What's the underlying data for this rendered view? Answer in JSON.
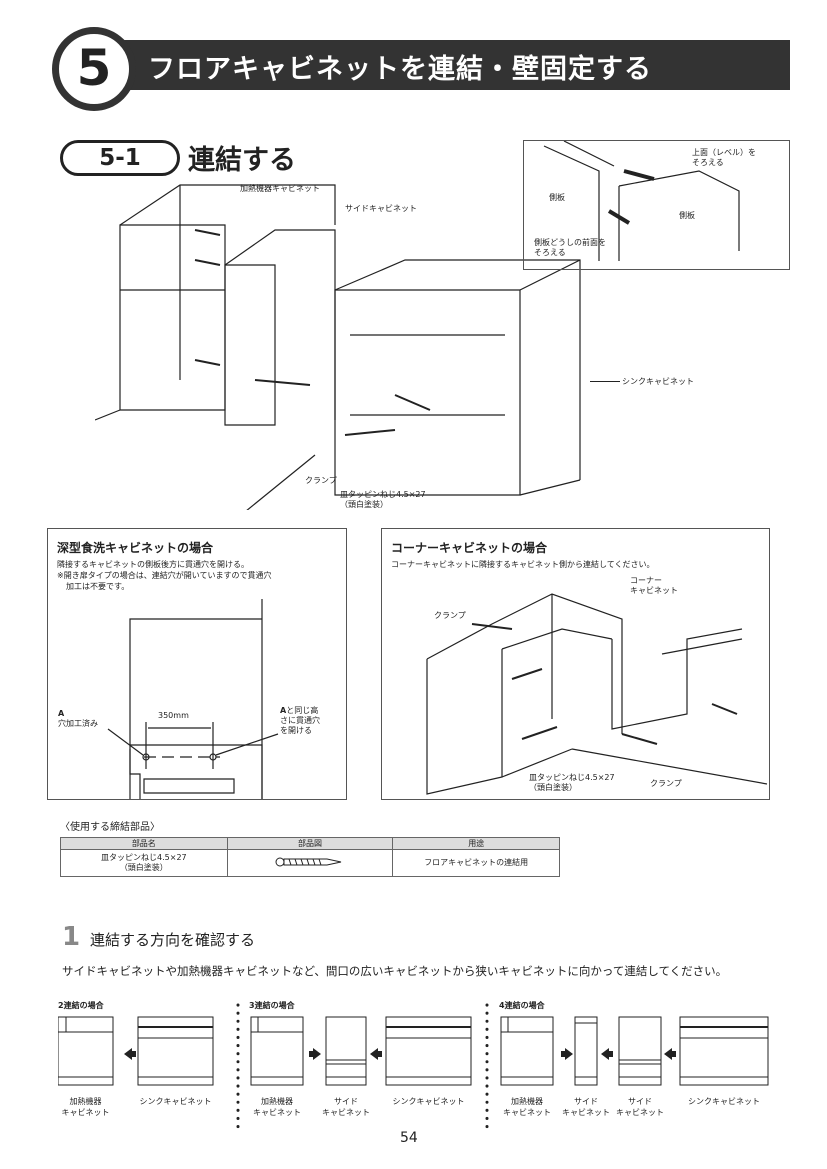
{
  "header": {
    "section_number": "5",
    "title": "フロアキャビネットを連結・壁固定する"
  },
  "subsection": {
    "number": "5-1",
    "title": "連結する"
  },
  "main_figure": {
    "labels": {
      "heating_cabinet": "加熱機器キャビネット",
      "side_cabinet": "サイドキャビネット",
      "sink_cabinet": "シンクキャビネット",
      "clamp": "クランプ",
      "screw_line1": "皿タッピンねじ4.5×27",
      "screw_line2": "（頭白塗装）"
    },
    "inset": {
      "top_line1": "上面（レベル）を",
      "top_line2": "そろえる",
      "side_left": "側板",
      "side_right": "側板",
      "front_line1": "側板どうしの前面を",
      "front_line2": "そろえる"
    }
  },
  "dishwasher_box": {
    "title": "深型食洗キャビネットの場合",
    "line1": "隣接するキャビネットの側板後方に貫通穴を開ける。",
    "line2": "※開き扉タイプの場合は、連結穴が開いていますので貫通穴",
    "line3": "加工は不要です。",
    "marker": "A",
    "left_label": "穴加工済み",
    "dimension": "350mm",
    "right_label1": "と同じ高",
    "right_label2": "さに貫通穴",
    "right_label3": "を開ける"
  },
  "corner_box": {
    "title": "コーナーキャビネットの場合",
    "text": "コーナーキャビネットに隣接するキャビネット側から連結してください。",
    "corner_label1": "コーナー",
    "corner_label2": "キャビネット",
    "clamp_top": "クランプ",
    "clamp_bottom": "クランプ",
    "screw_line1": "皿タッピンねじ4.5×27",
    "screw_line2": "（頭白塗装）"
  },
  "parts": {
    "heading": "〈使用する締結部品〉",
    "columns": [
      "部品名",
      "部品図",
      "用途"
    ],
    "rows": [
      {
        "name1": "皿タッピンねじ4.5×27",
        "name2": "（頭白塗装）",
        "use": "フロアキャビネットの連結用"
      }
    ]
  },
  "step1": {
    "number": "1",
    "title": "連結する方向を確認する",
    "description": "サイドキャビネットや加熱機器キャビネットなど、間口の広いキャビネットから狭いキャビネットに向かって連結してください。"
  },
  "diagrams": [
    {
      "title": "2連結の場合",
      "labels": [
        [
          "加熱機器",
          "キャビネット"
        ],
        [
          "シンクキャビネット",
          ""
        ]
      ]
    },
    {
      "title": "3連結の場合",
      "labels": [
        [
          "加熱機器",
          "キャビネット"
        ],
        [
          "サイド",
          "キャビネット"
        ],
        [
          "シンクキャビネット",
          ""
        ]
      ]
    },
    {
      "title": "4連結の場合",
      "labels": [
        [
          "加熱機器",
          "キャビネット"
        ],
        [
          "サイド",
          "キャビネット"
        ],
        [
          "サイド",
          "キャビネット"
        ],
        [
          "シンクキャビネット",
          ""
        ]
      ]
    }
  ],
  "page_number": "54"
}
